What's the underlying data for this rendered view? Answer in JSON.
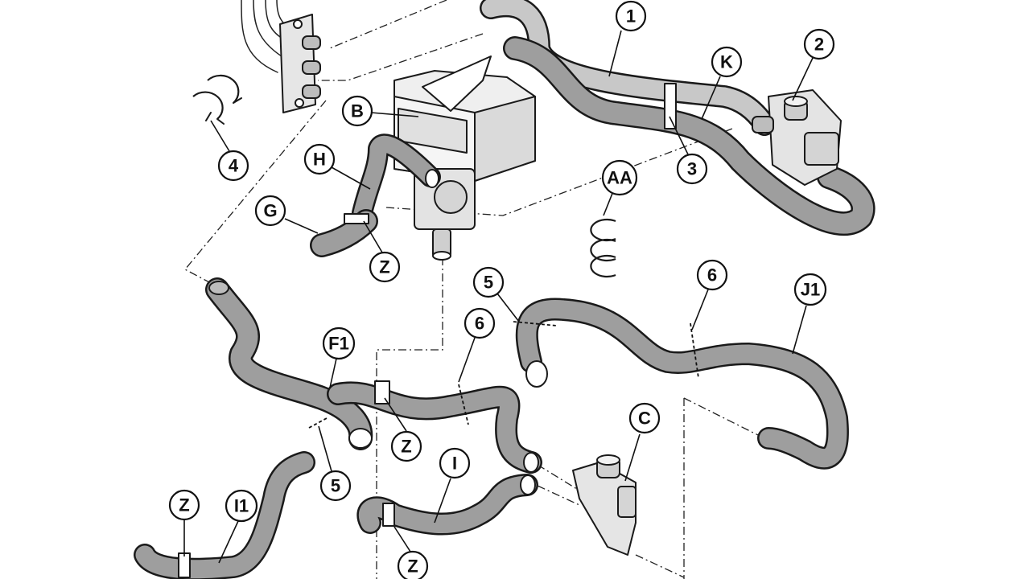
{
  "diagram": {
    "callouts": [
      {
        "id": "callout-1",
        "label": "1"
      },
      {
        "id": "callout-2",
        "label": "2"
      },
      {
        "id": "callout-3",
        "label": "3"
      },
      {
        "id": "callout-4",
        "label": "4"
      },
      {
        "id": "callout-5a",
        "label": "5"
      },
      {
        "id": "callout-5b",
        "label": "5"
      },
      {
        "id": "callout-6a",
        "label": "6"
      },
      {
        "id": "callout-6b",
        "label": "6"
      },
      {
        "id": "callout-k",
        "label": "K"
      },
      {
        "id": "callout-b",
        "label": "B"
      },
      {
        "id": "callout-h",
        "label": "H"
      },
      {
        "id": "callout-g",
        "label": "G"
      },
      {
        "id": "callout-z1",
        "label": "Z"
      },
      {
        "id": "callout-aa",
        "label": "AA"
      },
      {
        "id": "callout-f1",
        "label": "F1"
      },
      {
        "id": "callout-z2",
        "label": "Z"
      },
      {
        "id": "callout-j1",
        "label": "J1"
      },
      {
        "id": "callout-c",
        "label": "C"
      },
      {
        "id": "callout-i",
        "label": "I"
      },
      {
        "id": "callout-z3",
        "label": "Z"
      },
      {
        "id": "callout-z4",
        "label": "Z"
      },
      {
        "id": "callout-i1",
        "label": "I1"
      }
    ]
  }
}
